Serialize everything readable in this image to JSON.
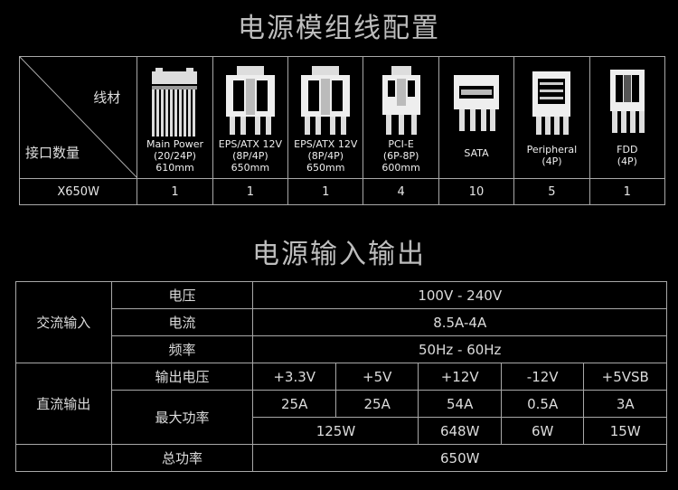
{
  "title1": "电源模组线配置",
  "title2": "电源输入输出",
  "table1": {
    "header_top": "线材",
    "header_bottom": "接口数量",
    "connectors": [
      {
        "icon": "main-power-connector-icon",
        "lines": [
          "Main Power",
          "(20/24P)",
          "610mm"
        ]
      },
      {
        "icon": "eps-connector-icon",
        "lines": [
          "EPS/ATX 12V",
          "(8P/4P)",
          "650mm"
        ]
      },
      {
        "icon": "eps-connector-icon",
        "lines": [
          "EPS/ATX 12V",
          "(8P/4P)",
          "650mm"
        ]
      },
      {
        "icon": "pcie-connector-icon",
        "lines": [
          "PCI-E",
          "(6P-8P)",
          "600mm"
        ]
      },
      {
        "icon": "sata-connector-icon",
        "lines": [
          "SATA"
        ]
      },
      {
        "icon": "peripheral-connector-icon",
        "lines": [
          "Peripheral",
          "(4P)"
        ]
      },
      {
        "icon": "fdd-connector-icon",
        "lines": [
          "FDD",
          "(4P)"
        ]
      }
    ],
    "model": "X650W",
    "counts": [
      "1",
      "1",
      "1",
      "4",
      "10",
      "5",
      "1"
    ]
  },
  "table2": {
    "ac": {
      "label": "交流输入",
      "rows": [
        {
          "name": "电压",
          "value": "100V - 240V"
        },
        {
          "name": "电流",
          "value": "8.5A-4A"
        },
        {
          "name": "频率",
          "value": "50Hz - 60Hz"
        }
      ]
    },
    "dc": {
      "label": "直流输出",
      "voltage_label": "输出电压",
      "voltages": [
        "+3.3V",
        "+5V",
        "+12V",
        "-12V",
        "+5VSB"
      ],
      "current_label": "最大功率",
      "currents": [
        "25A",
        "25A",
        "54A",
        "0.5A",
        "3A"
      ],
      "powers": {
        "combined": "125W",
        "v12": "648W",
        "neg12": "6W",
        "vsb": "15W"
      }
    },
    "total": {
      "name": "总功率",
      "value": "650W"
    }
  }
}
